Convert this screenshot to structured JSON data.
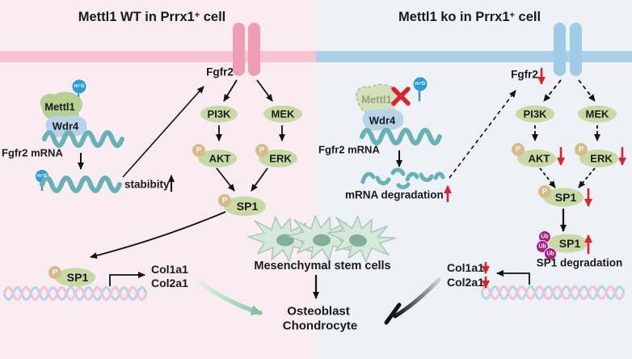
{
  "left": {
    "title_pre": "Mettl1 WT in Prrx1",
    "title_sup": "+",
    "title_post": " cell",
    "m7g": "m⁷G",
    "mettl1": "Mettl1",
    "wdr4": "Wdr4",
    "fgfr2_mrna": "Fgfr2 mRNA",
    "stability": "stabibity",
    "fgfr2": "Fgfr2",
    "pi3k": "PI3K",
    "mek": "MEK",
    "akt": "AKT",
    "erk": "ERK",
    "sp1": "SP1",
    "p_badge": "P",
    "col1a1": "Col1a1",
    "col2a1": "Col2a1"
  },
  "right": {
    "title_pre": "Mettl1 ko in Prrx1",
    "title_sup": "+",
    "title_post": " cell",
    "m7g": "m⁷G",
    "mettl1": "Mettl1",
    "wdr4": "Wdr4",
    "fgfr2_mrna": "Fgfr2 mRNA",
    "mrna_degradation": "mRNA degradation",
    "fgfr2": "Fgfr2",
    "pi3k": "PI3K",
    "mek": "MEK",
    "akt": "AKT",
    "erk": "ERK",
    "sp1": "SP1",
    "p_badge": "P",
    "ub": "Ub",
    "sp1_degradation": "SP1 degradation",
    "col1a1": "Col1a1",
    "col2a1": "Col2a1"
  },
  "center": {
    "msc": "Mesenchymal stem cells",
    "osteoblast": "Osteoblast",
    "chondrocyte": "Chondrocyte"
  },
  "colors": {
    "bg_left": "#f9edf2",
    "bg_right": "#eef1f5",
    "membrane_left": "#f5c3d3",
    "membrane_right": "#abd0e8",
    "receptor_left": "#ee9db5",
    "receptor_right": "#9ecbe6",
    "oval_green": "#c7d9a5",
    "mrna_teal": "#66b2b6",
    "p_badge": "#d9ba8c",
    "ub_magenta": "#aa2185",
    "m7g_blue": "#2b9cd8",
    "red_arrow": "#e02228",
    "dna_blue": "#b6d4ea",
    "dna_pink": "#f2c3d2"
  }
}
